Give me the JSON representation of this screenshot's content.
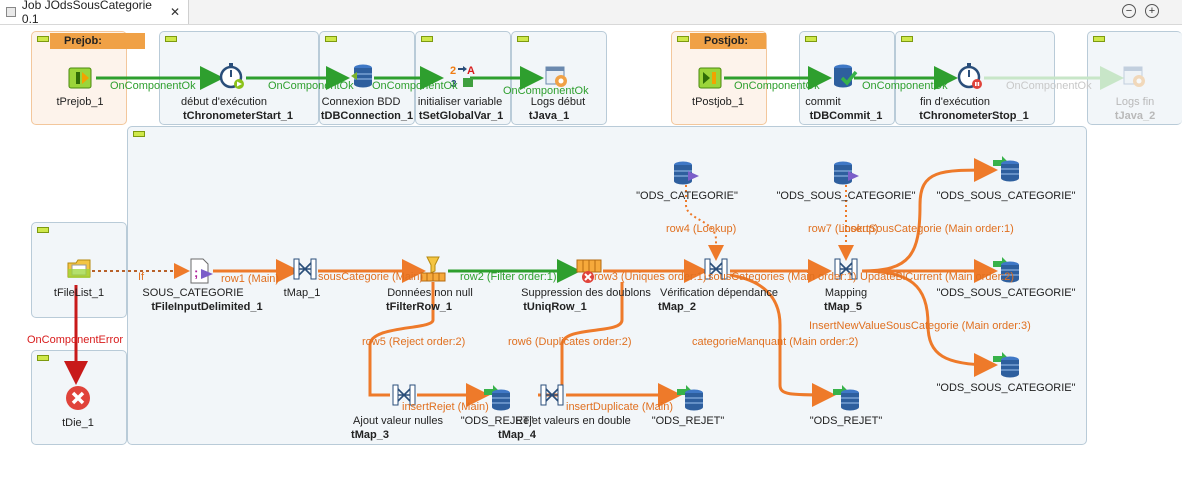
{
  "tab": {
    "title": "Job JOdsSousCategorie 0.1",
    "close": "✕"
  },
  "window": {
    "minimize": "−",
    "maximize": "+"
  },
  "subjobs": {
    "prejob_header": "Prejob:",
    "postjob_header": "Postjob:"
  },
  "components": {
    "tPrejob_1": {
      "unique": "tPrejob_1"
    },
    "tChronometerStart_1": {
      "label": "début d'exécution",
      "unique": "tChronometerStart_1"
    },
    "tDBConnection_1": {
      "label": "Connexion BDD",
      "unique": "tDBConnection_1"
    },
    "tSetGlobalVar_1": {
      "label": "initialiser variable",
      "unique": "tSetGlobalVar_1"
    },
    "tJava_1": {
      "label": "Logs début",
      "unique": "tJava_1"
    },
    "tPostjob_1": {
      "unique": "tPostjob_1"
    },
    "tDBCommit_1": {
      "label": "commit",
      "unique": "tDBCommit_1"
    },
    "tChronometerStop_1": {
      "label": "fin d'exécution",
      "unique": "tChronometerStop_1"
    },
    "tJava_2": {
      "label": "Logs fin",
      "unique": "tJava_2"
    },
    "tFileList_1": {
      "unique": "tFileList_1"
    },
    "tDie_1": {
      "unique": "tDie_1"
    },
    "tFileInputDelimited_1": {
      "label": "SOUS_CATEGORIE",
      "unique": "tFileInputDelimited_1"
    },
    "tMap_1": {
      "unique": "tMap_1"
    },
    "tFilterRow_1": {
      "label": "Données non null",
      "unique": "tFilterRow_1"
    },
    "tUniqRow_1": {
      "label": "Suppression des doublons",
      "unique": "tUniqRow_1"
    },
    "tMap_2": {
      "label": "Vérification dépendance",
      "unique": "tMap_2"
    },
    "tMap_5": {
      "label": "Mapping",
      "unique": "tMap_5"
    },
    "tMap_3": {
      "label": "Ajout valeur nulles",
      "unique": "tMap_3"
    },
    "tMap_4": {
      "label": "Rejet valeurs en double",
      "unique": "tMap_4"
    },
    "dbin_categorie": {
      "label": "\"ODS_CATEGORIE\""
    },
    "dbin_sous_categorie": {
      "label": "\"ODS_SOUS_CATEGORIE\""
    },
    "dbout_sc_1": {
      "label": "\"ODS_SOUS_CATEGORIE\""
    },
    "dbout_sc_2": {
      "label": "\"ODS_SOUS_CATEGORIE\""
    },
    "dbout_sc_3": {
      "label": "\"ODS_SOUS_CATEGORIE\""
    },
    "dbout_rejet_1": {
      "label": "\"ODS_REJET\""
    },
    "dbout_rejet_2": {
      "label": "\"ODS_REJET\""
    },
    "dbout_rejet_3": {
      "label": "\"ODS_REJET\""
    }
  },
  "links": {
    "oncomponentok_1": "OnComponentOk",
    "oncomponentok_2": "OnComponentOk",
    "oncomponentok_3": "OnComponentOk",
    "oncomponentok_4": "OnComponentOk",
    "oncomponentok_5": "OnComponentOk",
    "oncomponentok_6": "OnComponentOk",
    "oncomponentok_7": "OnComponentOk",
    "oncomponenterror": "OnComponentError",
    "if": "If",
    "row1": "row1 (Main)",
    "souscategorie": "sousCategorie (Main)",
    "row2": "row2 (Filter order:1)",
    "row3": "row3 (Uniques order:1)",
    "souscategories": "sousCategories (Main order:1)",
    "updateblcurrent": "UpdateBlCurrent (Main order:2)",
    "row4": "row4 (Lookup)",
    "row7": "row7 (Lookup)",
    "insertsouscategorie": "insertSousCategorie (Main order:1)",
    "insertnewvalue": "InsertNewValueSousCategorie (Main order:3)",
    "row5": "row5 (Reject order:2)",
    "row6": "row6 (Duplicates order:2)",
    "categoriemanquant": "categorieManquant (Main order:2)",
    "insertrejet": "insertRejet (Main)",
    "insertduplicate": "insertDuplicate (Main)"
  },
  "colors": {
    "ok_wire": "#2e9f2e",
    "row_wire": "#ee7a2a",
    "error_wire": "#c81a1a",
    "subjob_bg": "#f2f6f9",
    "prepost_bg": "#fdf3eb",
    "header_orange": "#f0a146"
  }
}
